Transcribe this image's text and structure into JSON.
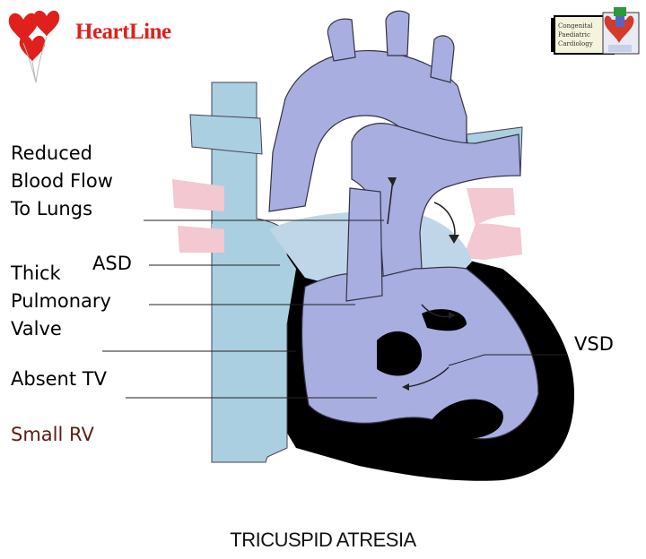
{
  "brand": {
    "name": "HeartLine"
  },
  "badge": {
    "text_lines": [
      "Congenital",
      "Paediatric",
      "Cardiology"
    ]
  },
  "labels": {
    "reduced_blood_flow": "Reduced\nBlood Flow\nTo Lungs",
    "asd": "ASD",
    "thick_pulmonary_valve": "Thick\nPulmonary\nValve",
    "absent_tv": "Absent TV",
    "small_rv": "Small RV",
    "vsd": "VSD"
  },
  "title": "TRICUSPID ATRESIA",
  "colors": {
    "blue_vessels": "#aacfe0",
    "purple_heart": "#a8aee0",
    "muscle": "#000000",
    "pink_pulmonary": "#f3c8d0",
    "brand_red": "#e0201c"
  }
}
